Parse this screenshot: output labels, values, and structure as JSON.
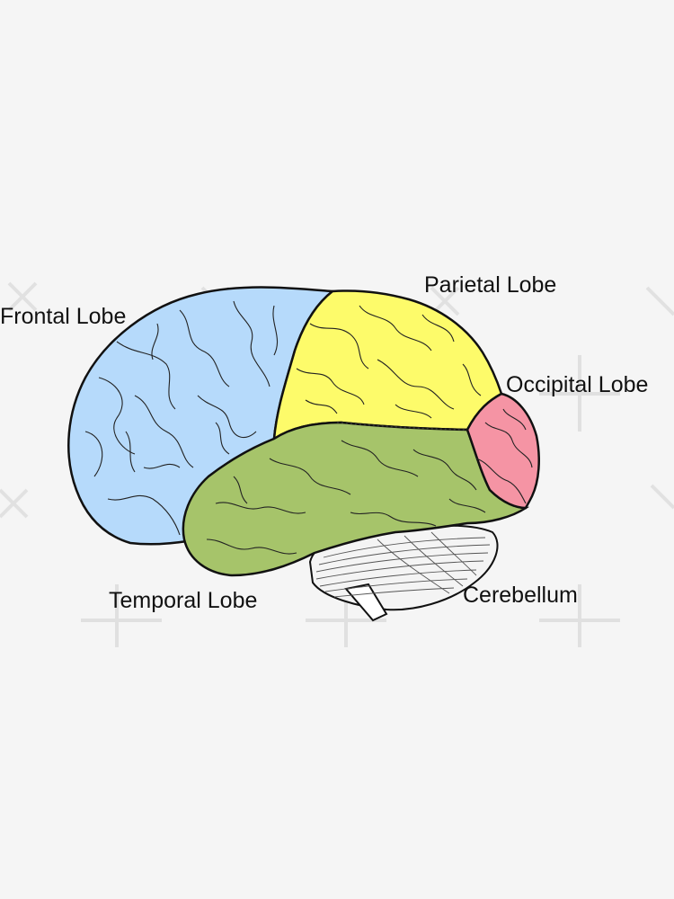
{
  "labels": {
    "frontal": "Frontal Lobe",
    "parietal": "Parietal Lobe",
    "occipital": "Occipital Lobe",
    "temporal": "Temporal Lobe",
    "cerebellum": "Cerebellum"
  },
  "colors": {
    "background": "#f5f5f5",
    "frontal": "#b6dafb",
    "parietal": "#fdfb6a",
    "occipital": "#f594a4",
    "temporal": "#a6c46a",
    "cerebellum": "#f4f4f4",
    "outline": "#111111"
  }
}
